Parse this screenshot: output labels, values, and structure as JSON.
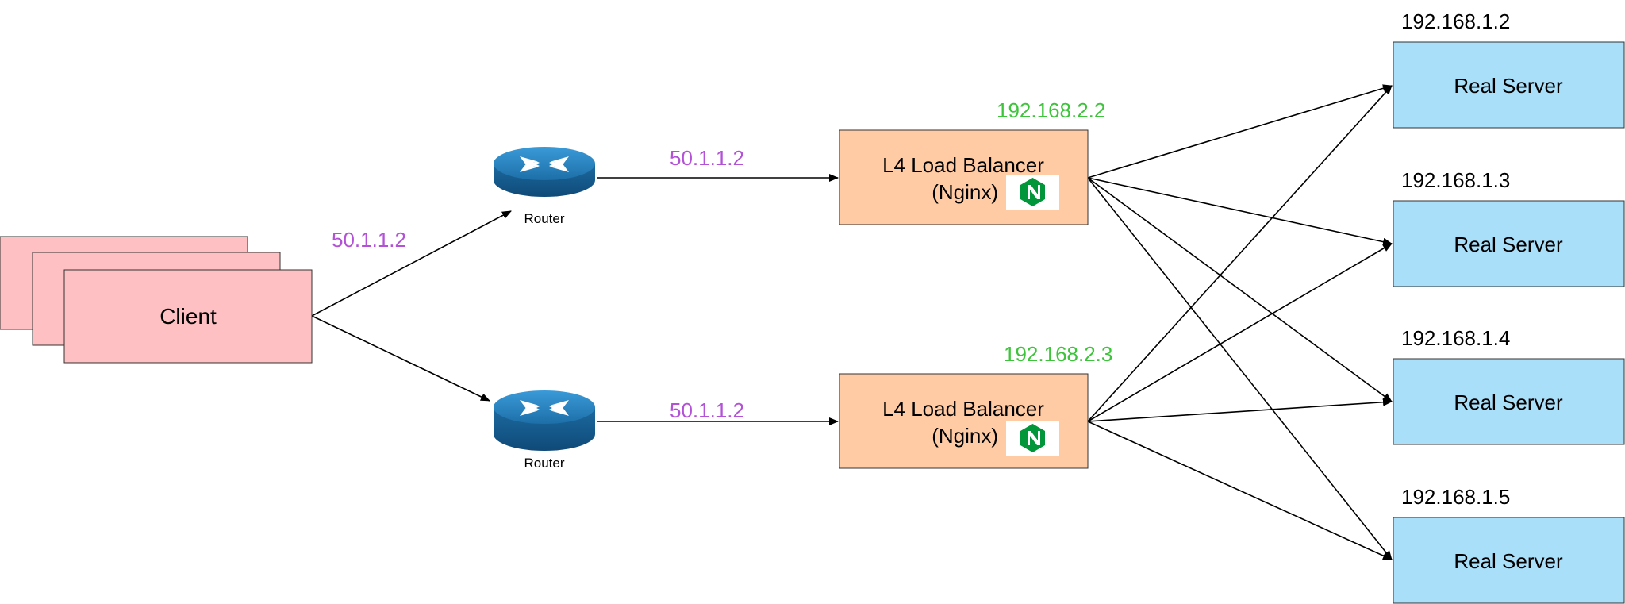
{
  "client": {
    "label": "Client"
  },
  "routers": [
    {
      "label": "Router"
    },
    {
      "label": "Router"
    }
  ],
  "labels": {
    "client_to_router_ip": "50.1.1.2",
    "router1_to_lb1_ip": "50.1.1.2",
    "router2_to_lb2_ip": "50.1.1.2"
  },
  "load_balancers": [
    {
      "line1": "L4 Load Balancer",
      "line2": "(Nginx)",
      "ip": "192.168.2.2",
      "logo": "nginx-logo"
    },
    {
      "line1": "L4 Load Balancer",
      "line2": "(Nginx)",
      "ip": "192.168.2.3",
      "logo": "nginx-logo"
    }
  ],
  "servers": [
    {
      "label": "Real Server",
      "ip": "192.168.1.2"
    },
    {
      "label": "Real Server",
      "ip": "192.168.1.3"
    },
    {
      "label": "Real Server",
      "ip": "192.168.1.4"
    },
    {
      "label": "Real Server",
      "ip": "192.168.1.5"
    }
  ],
  "colors": {
    "client_fill": "#ffc0c3",
    "lb_fill": "#ffcba4",
    "server_fill": "#aadff9",
    "ip_purple": "#b352d6",
    "ip_green": "#3ec43b",
    "router_blue": "#1f76b4",
    "nginx_green": "#009639"
  }
}
